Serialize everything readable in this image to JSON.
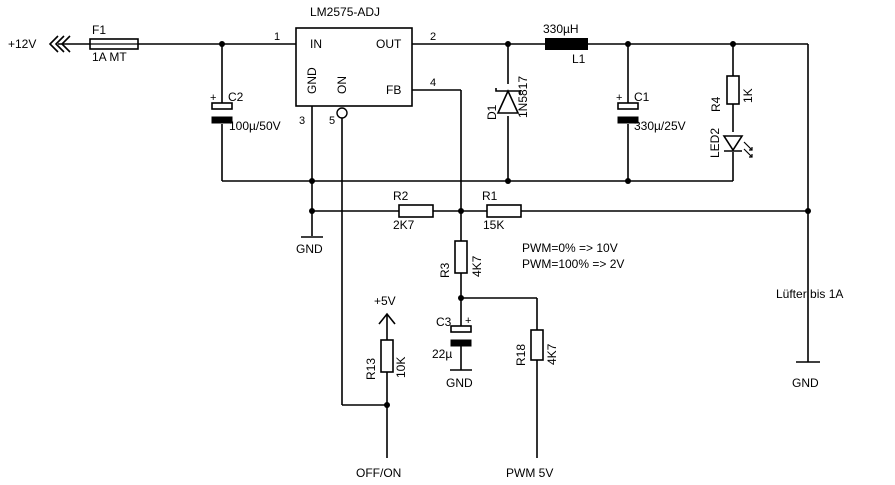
{
  "supply": {
    "input": "+12V",
    "vcc5": "+5V"
  },
  "ic": {
    "name": "LM2575-ADJ",
    "pin_in": "IN",
    "pin_out": "OUT",
    "pin_gnd": "GND",
    "pin_on": "ON",
    "pin_fb": "FB",
    "pin1": "1",
    "pin2": "2",
    "pin3": "3",
    "pin4": "4",
    "pin5": "5"
  },
  "components": {
    "f1": {
      "ref": "F1",
      "value": "1A MT"
    },
    "c2": {
      "ref": "C2",
      "value": "100µ/50V"
    },
    "d1": {
      "ref": "D1",
      "value": "1N5817"
    },
    "l1": {
      "ref": "L1",
      "value": "330µH"
    },
    "c1": {
      "ref": "C1",
      "value": "330µ/25V"
    },
    "r4": {
      "ref": "R4",
      "value": "1K"
    },
    "led2": {
      "ref": "LED2"
    },
    "r2": {
      "ref": "R2",
      "value": "2K7"
    },
    "r1": {
      "ref": "R1",
      "value": "15K"
    },
    "r3": {
      "ref": "R3",
      "value": "4K7"
    },
    "c3": {
      "ref": "C3",
      "value": "22µ"
    },
    "r18": {
      "ref": "R18",
      "value": "4K7"
    },
    "r13": {
      "ref": "R13",
      "value": "10K"
    }
  },
  "notes": {
    "pwm0": "PWM=0% => 10V",
    "pwm100": "PWM=100% => 2V"
  },
  "labels": {
    "gnd": "GND",
    "fan": "Lüfter bis 1A",
    "offon": "OFF/ON",
    "pwm": "PWM 5V",
    "plus": "+"
  }
}
